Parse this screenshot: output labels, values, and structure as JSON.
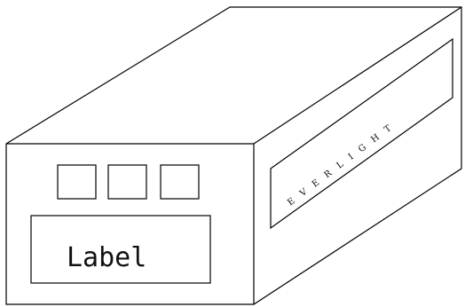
{
  "device": {
    "front_label": "Label",
    "side_text": "EVERLIGHT",
    "front_indicator_count": 3
  }
}
